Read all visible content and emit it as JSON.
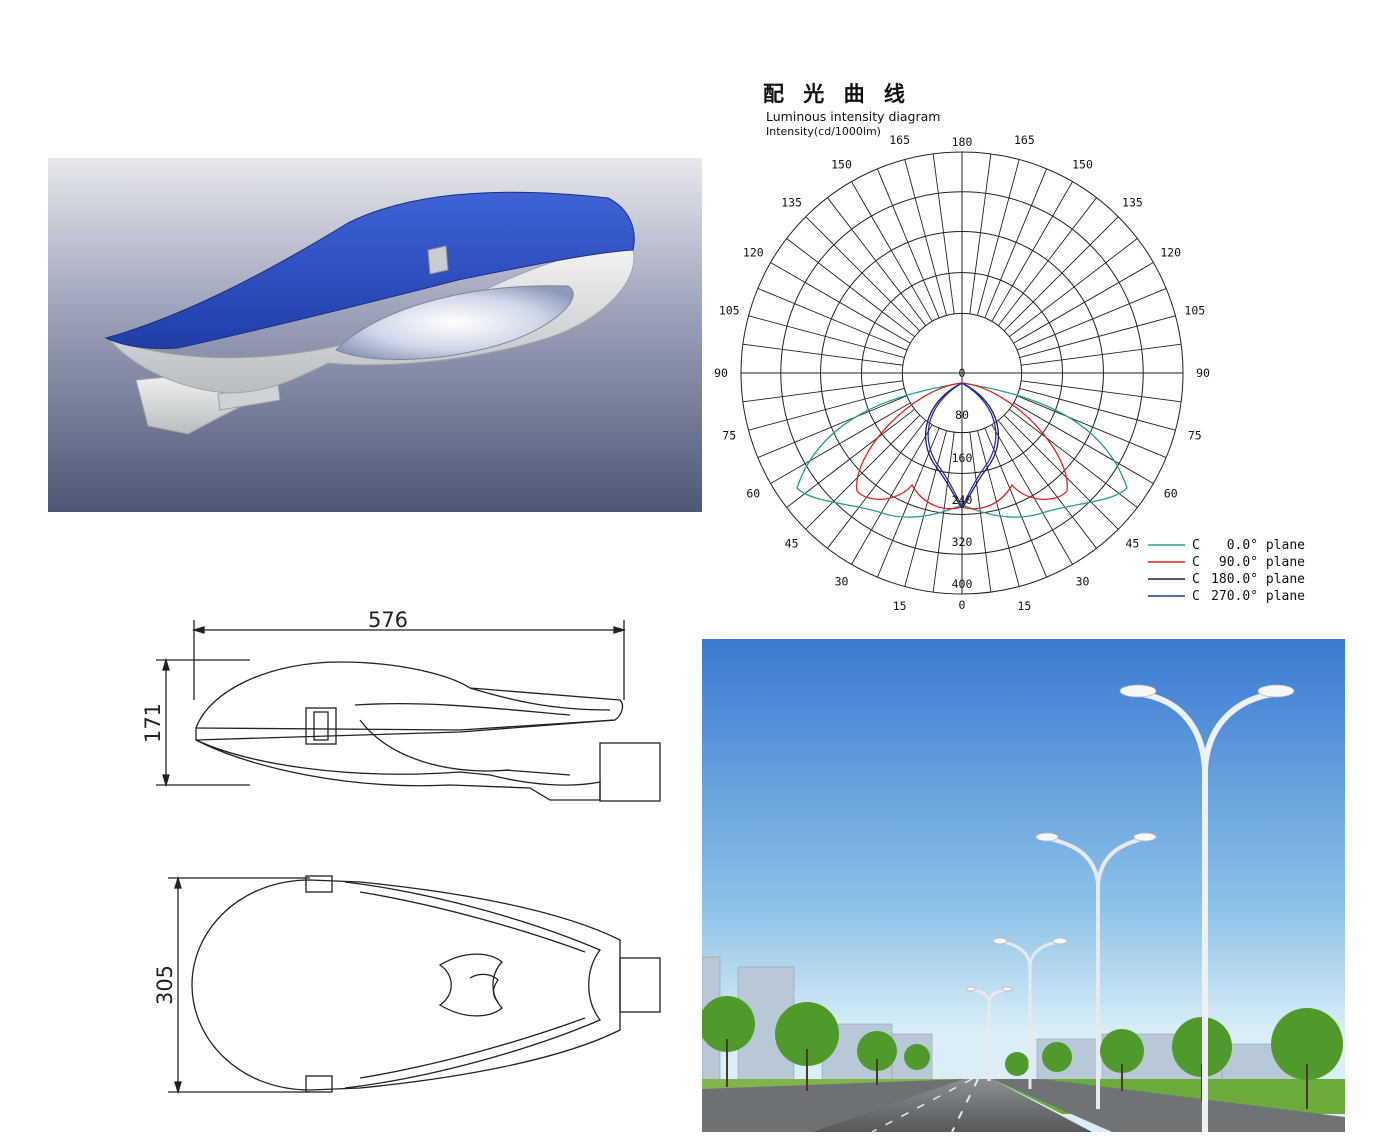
{
  "polar": {
    "title_zh": "配 光 曲 线",
    "title_en": "Luminous intensity diagram",
    "subtitle": "Intensity(cd/1000lm)",
    "angle_labels_top": [
      "165",
      "150",
      "135",
      "120",
      "105",
      "90",
      "75",
      "60",
      "45",
      "30",
      "15"
    ],
    "angle_labels_180": "180",
    "angle_label_0": "0",
    "radial_labels": [
      "0",
      "80",
      "160",
      "240",
      "320",
      "400"
    ],
    "legend": [
      {
        "c": "C",
        "label": "0.0° plane",
        "color": "#2a9d8f"
      },
      {
        "c": "C",
        "label": "90.0° plane",
        "color": "#e32222"
      },
      {
        "c": "C",
        "label": "180.0° plane",
        "color": "#2b1a4a"
      },
      {
        "c": "C",
        "label": "270.0° plane",
        "color": "#2233aa"
      }
    ]
  },
  "drawing": {
    "length": "576",
    "height": "171",
    "width": "305"
  },
  "colors": {
    "lamp_blue": "#2f4fc0",
    "lamp_white": "#e6e8ea",
    "sky_top": "#3f7fd6",
    "sky_bottom": "#d8ecf6",
    "grass": "#6bb03a",
    "road": "#6c6f72"
  }
}
